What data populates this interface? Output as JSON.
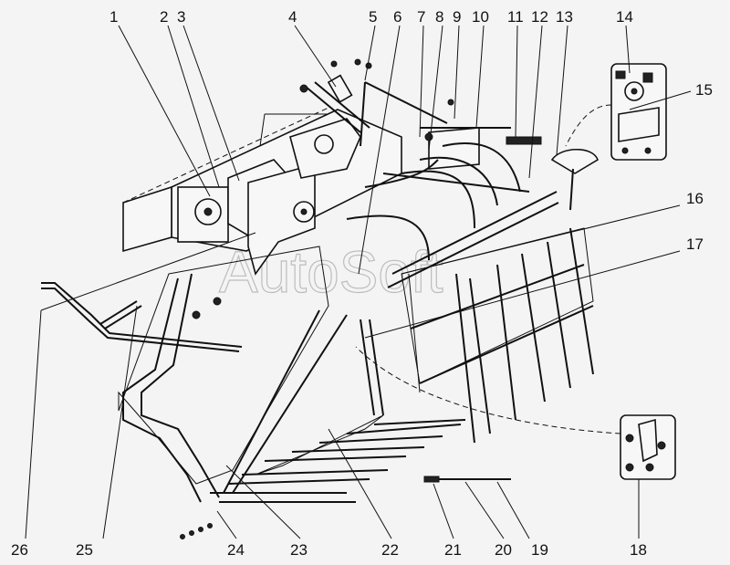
{
  "watermark": "AutoSoft",
  "callouts": {
    "c1": "1",
    "c2": "2",
    "c3": "3",
    "c4": "4",
    "c5": "5",
    "c6": "6",
    "c7": "7",
    "c8": "8",
    "c9": "9",
    "c10": "10",
    "c11": "11",
    "c12": "12",
    "c13": "13",
    "c14": "14",
    "c15": "15",
    "c16": "16",
    "c17": "17",
    "c18": "18",
    "c19": "19",
    "c20": "20",
    "c21": "21",
    "c22": "22",
    "c23": "23",
    "c24": "24",
    "c25": "25",
    "c26": "26"
  }
}
